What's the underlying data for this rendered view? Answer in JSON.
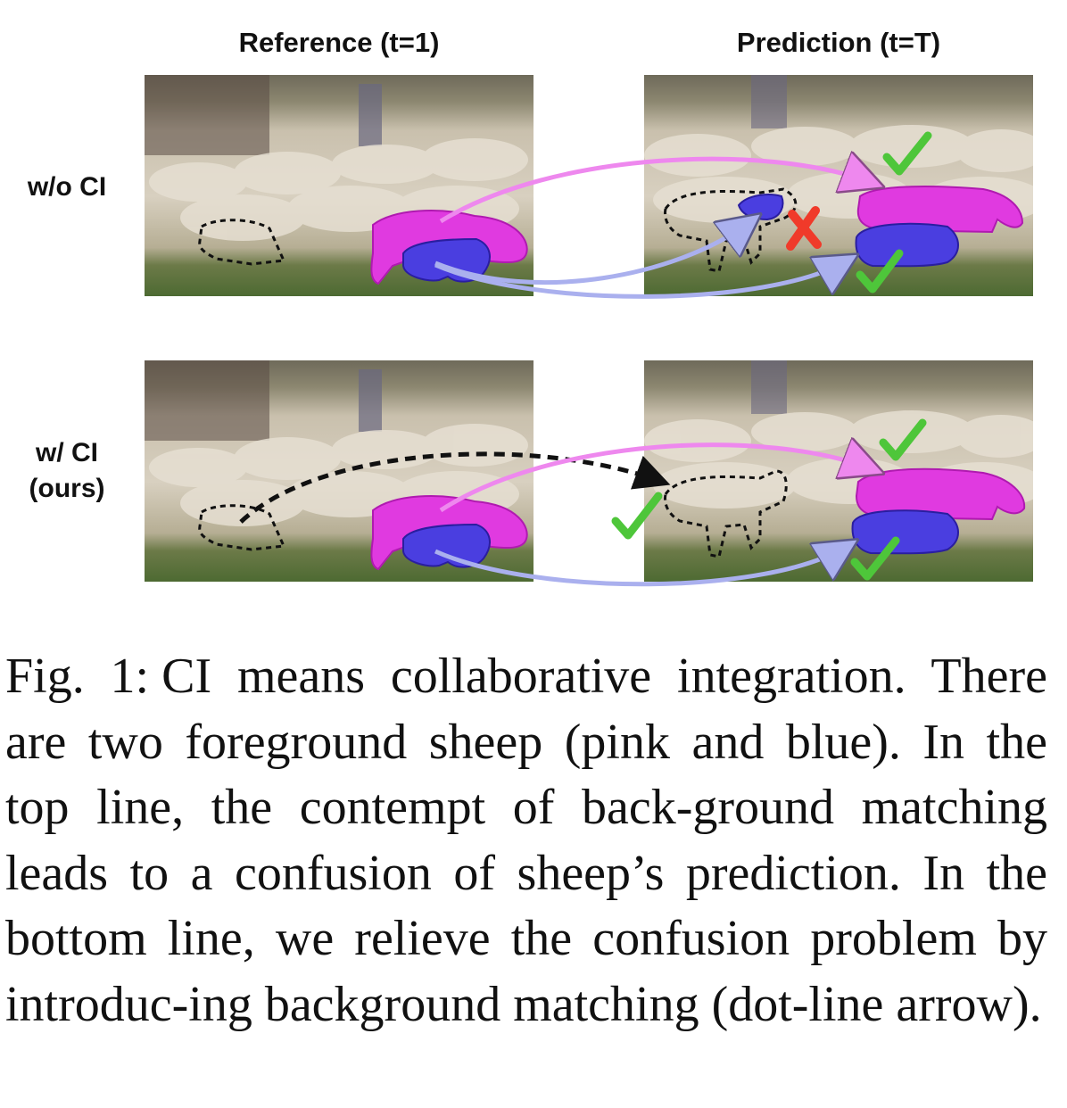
{
  "figure": {
    "column_titles": [
      "Reference (t=1)",
      "Prediction (t=T)"
    ],
    "row_labels": {
      "top": "w/o CI",
      "bottom_line1": "w/ CI",
      "bottom_line2": "(ours)"
    },
    "colors": {
      "pink_sheep": "#e03ae0",
      "blue_sheep": "#4a3ee0",
      "pink_arrow": "#ee88ee",
      "blue_arrow": "#aab0ee",
      "background_arrow": "#111111",
      "check": "#4ec63a",
      "cross": "#f03a2a"
    },
    "icons": {
      "correct": "check-mark-icon",
      "wrong": "cross-mark-icon"
    }
  },
  "caption": {
    "label": "Fig. 1:",
    "text": "CI means collaborative integration. There are two foreground sheep (pink and blue). In the top line, the contempt of back-ground matching leads to a confusion of sheep’s prediction. In the bottom line, we relieve the confusion problem by introduc-ing background matching (dot-line arrow)."
  }
}
